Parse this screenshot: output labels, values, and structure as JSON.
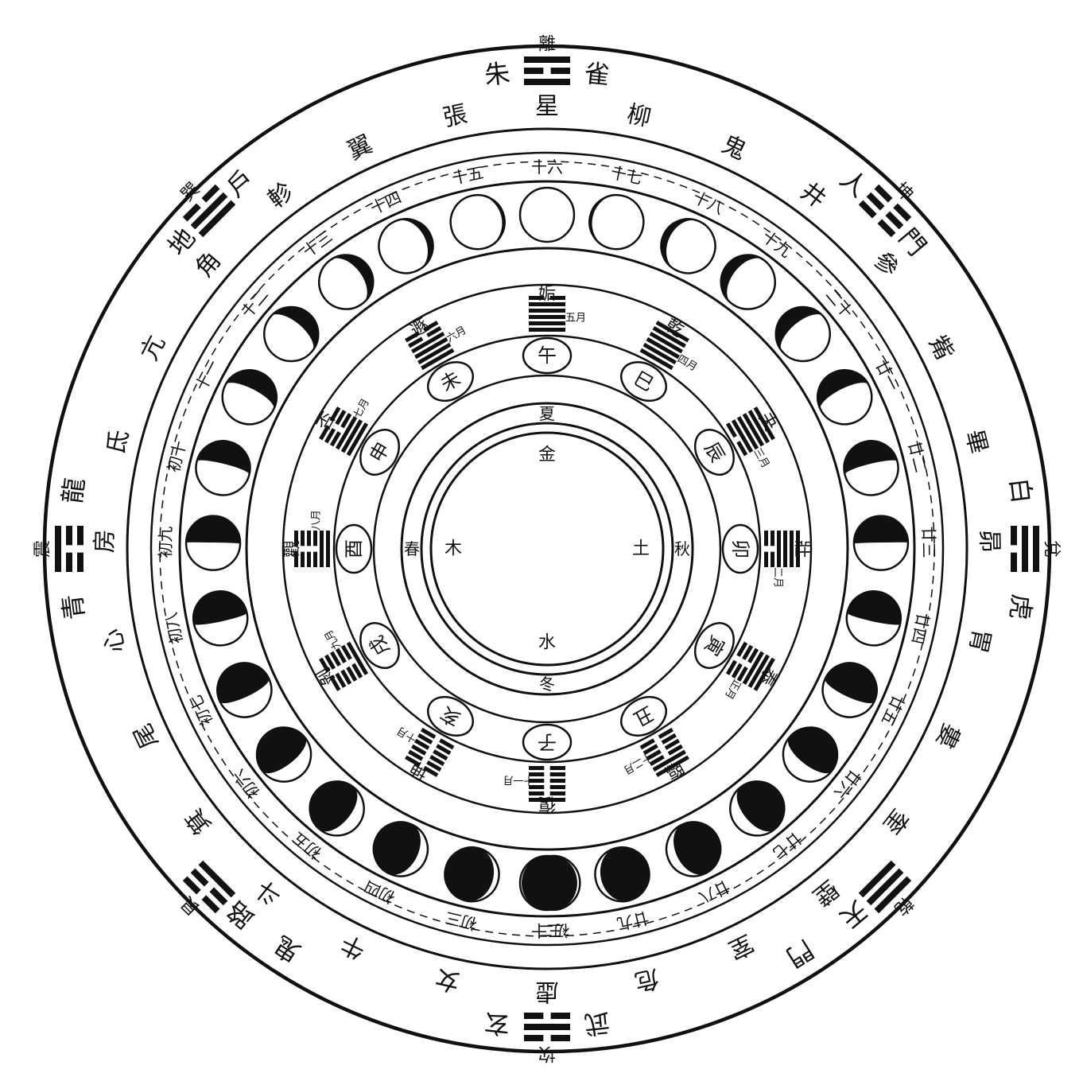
{
  "diagram": {
    "colors": {
      "ink": "#111111",
      "paper": "#ffffff"
    },
    "center": {
      "elements": [
        {
          "text": "金",
          "dir": "top"
        },
        {
          "text": "木",
          "dir": "left"
        },
        {
          "text": "土",
          "dir": "right"
        },
        {
          "text": "水",
          "dir": "bottom"
        }
      ]
    },
    "seasons": [
      {
        "text": "夏",
        "dir": "top"
      },
      {
        "text": "春",
        "dir": "left"
      },
      {
        "text": "秋",
        "dir": "right"
      },
      {
        "text": "冬",
        "dir": "bottom"
      }
    ],
    "branches": [
      {
        "text": "午",
        "angle": 0
      },
      {
        "text": "未",
        "angle": 30
      },
      {
        "text": "申",
        "angle": 60
      },
      {
        "text": "酉",
        "angle": 90
      },
      {
        "text": "戌",
        "angle": 120
      },
      {
        "text": "亥",
        "angle": 150
      },
      {
        "text": "子",
        "angle": 180
      },
      {
        "text": "丑",
        "angle": 210
      },
      {
        "text": "寅",
        "angle": 240
      },
      {
        "text": "卯",
        "angle": 270
      },
      {
        "text": "辰",
        "angle": 300
      },
      {
        "text": "巳",
        "angle": 330
      }
    ],
    "month_hexagrams": [
      {
        "name": "姤",
        "month": "五月",
        "angle": 0,
        "lines": [
          1,
          1,
          1,
          1,
          1,
          0
        ]
      },
      {
        "name": "遯",
        "month": "六月",
        "angle": 30,
        "lines": [
          1,
          1,
          1,
          1,
          0,
          0
        ]
      },
      {
        "name": "否",
        "month": "七月",
        "angle": 60,
        "lines": [
          1,
          1,
          1,
          0,
          0,
          0
        ]
      },
      {
        "name": "觀",
        "month": "八月",
        "angle": 90,
        "lines": [
          1,
          1,
          0,
          0,
          0,
          0
        ]
      },
      {
        "name": "剝",
        "month": "九月",
        "angle": 120,
        "lines": [
          1,
          0,
          0,
          0,
          0,
          0
        ]
      },
      {
        "name": "坤",
        "month": "十月",
        "angle": 150,
        "lines": [
          0,
          0,
          0,
          0,
          0,
          0
        ]
      },
      {
        "name": "復",
        "month": "十一月",
        "angle": 180,
        "lines": [
          0,
          0,
          0,
          0,
          0,
          1
        ]
      },
      {
        "name": "臨",
        "month": "十二月",
        "angle": 210,
        "lines": [
          0,
          0,
          0,
          0,
          1,
          1
        ]
      },
      {
        "name": "泰",
        "month": "正月",
        "angle": 240,
        "lines": [
          0,
          0,
          0,
          1,
          1,
          1
        ]
      },
      {
        "name": "壯",
        "month": "二月",
        "angle": 270,
        "lines": [
          0,
          0,
          1,
          1,
          1,
          1
        ]
      },
      {
        "name": "夬",
        "month": "三月",
        "angle": 300,
        "lines": [
          0,
          1,
          1,
          1,
          1,
          1
        ]
      },
      {
        "name": "乾",
        "month": "四月",
        "angle": 330,
        "lines": [
          1,
          1,
          1,
          1,
          1,
          1
        ]
      }
    ],
    "moon_days": [
      {
        "label": "初二",
        "angle": 181,
        "phase": 0.95
      },
      {
        "label": "初三",
        "angle": 167,
        "phase": 0.9
      },
      {
        "label": "初四",
        "angle": 154,
        "phase": 0.83
      },
      {
        "label": "初五",
        "angle": 141,
        "phase": 0.77
      },
      {
        "label": "初六",
        "angle": 128,
        "phase": 0.7
      },
      {
        "label": "初七",
        "angle": 115,
        "phase": 0.63
      },
      {
        "label": "初八",
        "angle": 102,
        "phase": 0.56
      },
      {
        "label": "初九",
        "angle": 89,
        "phase": 0.49
      },
      {
        "label": "初十",
        "angle": 76,
        "phase": 0.42
      },
      {
        "label": "十一",
        "angle": 63,
        "phase": 0.34
      },
      {
        "label": "十二",
        "angle": 50,
        "phase": 0.27
      },
      {
        "label": "十三",
        "angle": 37,
        "phase": 0.19
      },
      {
        "label": "十四",
        "angle": 25,
        "phase": 0.12
      },
      {
        "label": "十五",
        "angle": 12,
        "phase": 0.05
      },
      {
        "label": "十六",
        "angle": 0,
        "phase": 0.0
      },
      {
        "label": "十七",
        "angle": -12,
        "phase": 0.05
      },
      {
        "label": "十八",
        "angle": -25,
        "phase": 0.12
      },
      {
        "label": "十九",
        "angle": -37,
        "phase": 0.19
      },
      {
        "label": "二十",
        "angle": -50,
        "phase": 0.27
      },
      {
        "label": "廿一",
        "angle": -63,
        "phase": 0.34
      },
      {
        "label": "廿二",
        "angle": -76,
        "phase": 0.42
      },
      {
        "label": "廿三",
        "angle": -89,
        "phase": 0.49
      },
      {
        "label": "廿四",
        "angle": -102,
        "phase": 0.56
      },
      {
        "label": "廿五",
        "angle": -115,
        "phase": 0.63
      },
      {
        "label": "廿六",
        "angle": -128,
        "phase": 0.7
      },
      {
        "label": "廿七",
        "angle": -141,
        "phase": 0.77
      },
      {
        "label": "廿八",
        "angle": -154,
        "phase": 0.83
      },
      {
        "label": "廿九",
        "angle": -167,
        "phase": 0.9
      },
      {
        "label": "三十",
        "angle": -180,
        "phase": 0.97
      }
    ],
    "mansions": [
      {
        "text": "虛",
        "angle": 180
      },
      {
        "text": "女",
        "angle": 167
      },
      {
        "text": "牛",
        "angle": 154
      },
      {
        "text": "斗",
        "angle": 141
      },
      {
        "text": "箕",
        "angle": 128
      },
      {
        "text": "尾",
        "angle": 115
      },
      {
        "text": "心",
        "angle": 102
      },
      {
        "text": "房",
        "angle": 89
      },
      {
        "text": "氐",
        "angle": 76
      },
      {
        "text": "亢",
        "angle": 63
      },
      {
        "text": "角",
        "angle": 50
      },
      {
        "text": "軫",
        "angle": 37
      },
      {
        "text": "翼",
        "angle": 25
      },
      {
        "text": "張",
        "angle": 12
      },
      {
        "text": "星",
        "angle": 0
      },
      {
        "text": "柳",
        "angle": -12
      },
      {
        "text": "鬼",
        "angle": -25
      },
      {
        "text": "井",
        "angle": -37
      },
      {
        "text": "參",
        "angle": -50
      },
      {
        "text": "觜",
        "angle": -63
      },
      {
        "text": "畢",
        "angle": -76
      },
      {
        "text": "昴",
        "angle": -89
      },
      {
        "text": "胃",
        "angle": -102
      },
      {
        "text": "婁",
        "angle": -115
      },
      {
        "text": "奎",
        "angle": -128
      },
      {
        "text": "壁",
        "angle": -141
      },
      {
        "text": "室",
        "angle": -154
      },
      {
        "text": "危",
        "angle": -167
      }
    ],
    "outer_trigrams": [
      {
        "name": "坎",
        "angle": 180,
        "lines": [
          0,
          1,
          0
        ]
      },
      {
        "name": "艮",
        "angle": 135,
        "lines": [
          1,
          0,
          0
        ]
      },
      {
        "name": "震",
        "angle": 90,
        "lines": [
          0,
          0,
          1
        ]
      },
      {
        "name": "巽",
        "angle": 45,
        "lines": [
          1,
          1,
          0
        ]
      },
      {
        "name": "離",
        "angle": 0,
        "lines": [
          1,
          0,
          1
        ]
      },
      {
        "name": "坤",
        "angle": -45,
        "lines": [
          0,
          0,
          0
        ]
      },
      {
        "name": "兌",
        "angle": -90,
        "lines": [
          0,
          1,
          1
        ]
      },
      {
        "name": "乾",
        "angle": -135,
        "lines": [
          1,
          1,
          1
        ]
      }
    ],
    "rim_labels": [
      {
        "text": "玄",
        "angle": 174
      },
      {
        "text": "武",
        "angle": 186
      },
      {
        "text": "鬼",
        "angle": 147
      },
      {
        "text": "路",
        "angle": 140
      },
      {
        "text": "青",
        "angle": 97
      },
      {
        "text": "龍",
        "angle": 83
      },
      {
        "text": "地",
        "angle": 50
      },
      {
        "text": "戶",
        "angle": 40
      },
      {
        "text": "朱",
        "angle": 6
      },
      {
        "text": "雀",
        "angle": -6
      },
      {
        "text": "人",
        "angle": -40
      },
      {
        "text": "門",
        "angle": -50
      },
      {
        "text": "白",
        "angle": -83
      },
      {
        "text": "虎",
        "angle": -97
      },
      {
        "text": "天",
        "angle": -140
      },
      {
        "text": "門",
        "angle": -148
      }
    ]
  }
}
